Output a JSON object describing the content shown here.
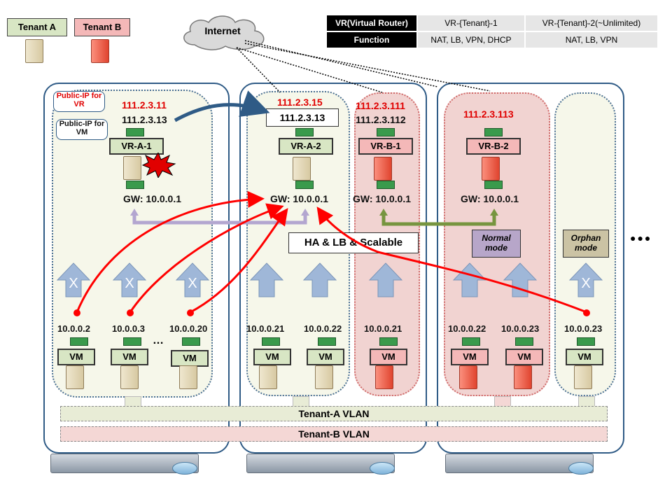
{
  "legend": {
    "tenant_a": "Tenant A",
    "tenant_b": "Tenant B"
  },
  "internet": "Internet",
  "table": {
    "header_vr": "VR(Virtual Router)",
    "col1_vr": "VR-{Tenant}-1",
    "col2_vr": "VR-{Tenant}-2(~Unlimited)",
    "header_func": "Function",
    "col1_func": "NAT, LB, VPN, DHCP",
    "col2_func": "NAT, LB, VPN"
  },
  "callouts": {
    "public_ip_vr": "Public-IP for VR",
    "public_ip_vm": "Public-IP for VM"
  },
  "host1": {
    "vr_ip": "111.2.3.11",
    "vm_ip": "111.2.3.13",
    "vr_label": "VR-A-1",
    "gw": "GW: 10.0.0.1",
    "vm_ips": [
      "10.0.0.2",
      "10.0.0.3",
      "10.0.0.20"
    ],
    "ellipsis": "…",
    "x_marks": [
      "X",
      "X",
      "X"
    ]
  },
  "host2": {
    "a_vr_ip": "111.2.3.15",
    "a_vm_ip": "111.2.3.13",
    "a_vr_label": "VR-A-2",
    "a_gw": "GW: 10.0.0.1",
    "b_vr_ip": "111.2.3.111",
    "b_vm_ip": "111.2.3.112",
    "b_vr_label": "VR-B-1",
    "b_gw": "GW: 10.0.0.1",
    "vm_ips": [
      "10.0.0.21",
      "10.0.0.22",
      "10.0.0.21"
    ],
    "ha_label": "HA & LB & Scalable"
  },
  "host3": {
    "b_vr_ip": "111.2.3.113",
    "b_vr_label": "VR-B-2",
    "b_gw": "GW: 10.0.0.1",
    "normal_mode": "Normal mode",
    "orphan_mode": "Orphan mode",
    "vm_ips": [
      "10.0.0.22",
      "10.0.0.23",
      "10.0.0.23"
    ],
    "x_mark": "X",
    "more": "●●●"
  },
  "vm_label": "VM",
  "vlans": {
    "a": "Tenant-A VLAN",
    "b": "Tenant-B VLAN"
  },
  "colors": {
    "host_border": "#2f5b86",
    "public_ip": "#e00000",
    "tenant_a": "#d8e6c4",
    "tenant_b": "#f4b8b8"
  }
}
